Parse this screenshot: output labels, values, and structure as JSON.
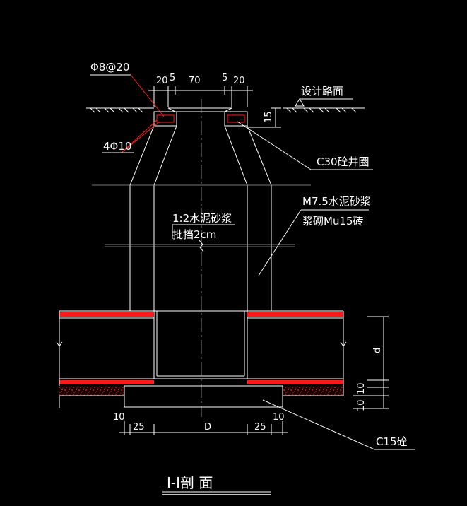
{
  "labels": {
    "phi8": "Φ8@20",
    "phi10": "4Φ10",
    "road": "设计路面",
    "c30": "C30砼井圈",
    "m75_line1": "M7.5水泥砂浆",
    "m75_line2": "浆砌Mu15砖",
    "mortar_line1": "1:2水泥砂浆",
    "mortar_line2": "批挡2cm",
    "c15": "C15砼",
    "title": "I-I剖 面"
  },
  "dims_top": {
    "d1": "20",
    "d2": "5",
    "d3": "70",
    "d4": "5",
    "d5": "20"
  },
  "dims_right": {
    "h15": "15",
    "d": "d",
    "b1": "10",
    "b2": "10"
  },
  "dims_bottom": {
    "l1": "10",
    "l2": "25",
    "D": "D",
    "r2": "25",
    "r1": "10"
  },
  "colors": {
    "background": "#000000",
    "line": "#ffffff",
    "rebar": "#ff1a1a",
    "hatch": "#ffffff"
  }
}
